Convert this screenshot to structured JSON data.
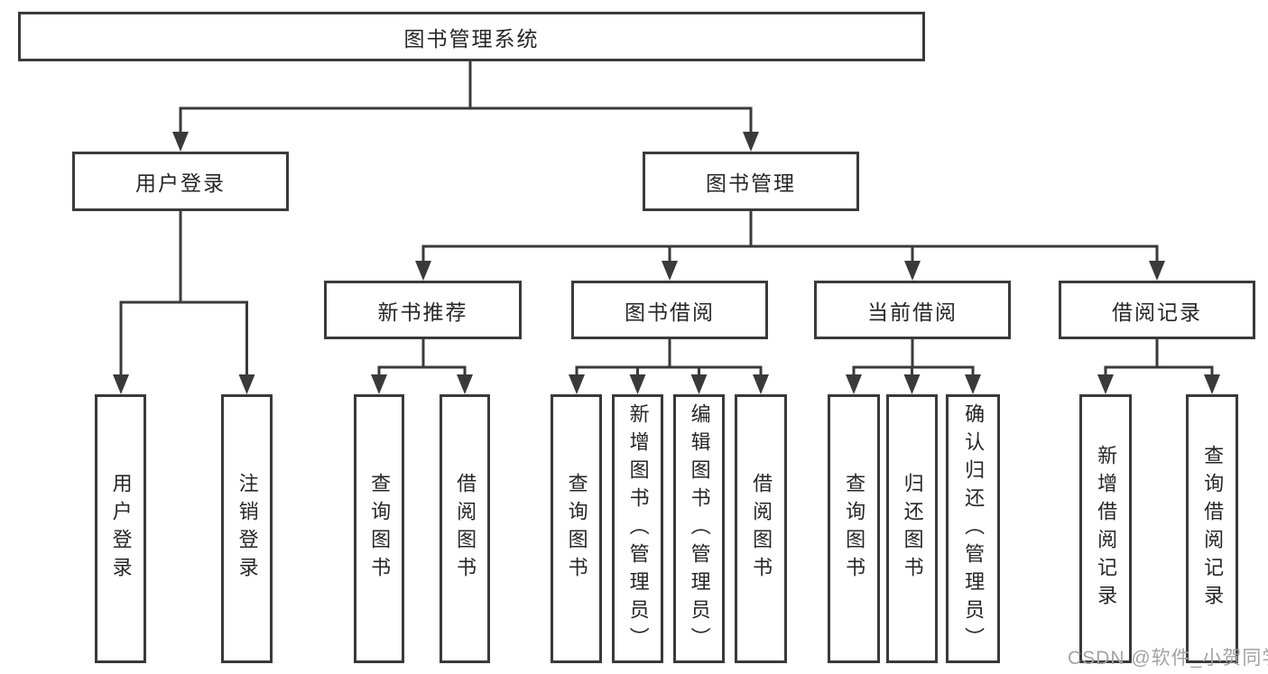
{
  "diagram": {
    "root": {
      "label": "图书管理系统"
    },
    "level2": [
      {
        "label": "用户登录"
      },
      {
        "label": "图书管理"
      }
    ],
    "level3": [
      {
        "label": "新书推荐"
      },
      {
        "label": "图书借阅"
      },
      {
        "label": "当前借阅"
      },
      {
        "label": "借阅记录"
      }
    ],
    "leaves": [
      {
        "label": "用户登录"
      },
      {
        "label": "注销登录"
      },
      {
        "label": "查询图书"
      },
      {
        "label": "借阅图书"
      },
      {
        "label": "查询图书"
      },
      {
        "label": "新增图书（管理员）"
      },
      {
        "label": "编辑图书（管理员）"
      },
      {
        "label": "借阅图书"
      },
      {
        "label": "查询图书"
      },
      {
        "label": "归还图书"
      },
      {
        "label": "确认归还（管理员）"
      },
      {
        "label": "新增借阅记录"
      },
      {
        "label": "查询借阅记录"
      }
    ]
  },
  "watermark": {
    "text": "CSDN @软件_小贺同学"
  },
  "colors": {
    "line": "#3a3a3a",
    "text": "#262626",
    "background": "#ffffff",
    "watermark": "#a3a3a3"
  }
}
